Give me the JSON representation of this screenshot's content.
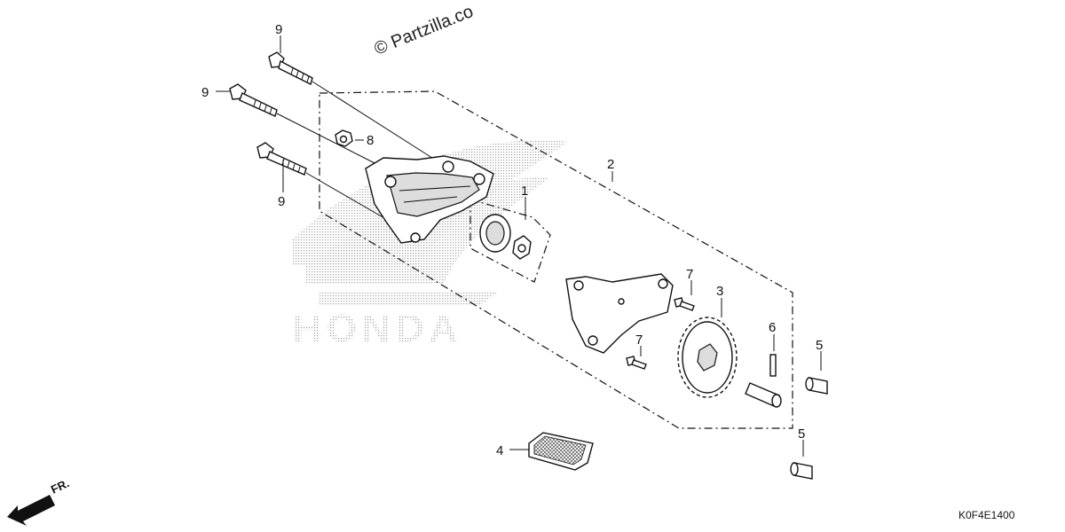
{
  "diagram": {
    "watermark": "© Partzilla.co",
    "diagram_code": "K0F4E1400",
    "front_marker": "FR.",
    "background_logo": "HONDA",
    "callouts": {
      "bolt_top": "9",
      "bolt_mid": "9",
      "bolt_low": "9",
      "pump_assembly": "2",
      "rotor_set": "1",
      "nut": "8",
      "screw_upper": "7",
      "screw_lower": "7",
      "gear": "3",
      "pin": "6",
      "dowel_upper": "5",
      "dowel_lower": "5",
      "strainer": "4"
    }
  }
}
